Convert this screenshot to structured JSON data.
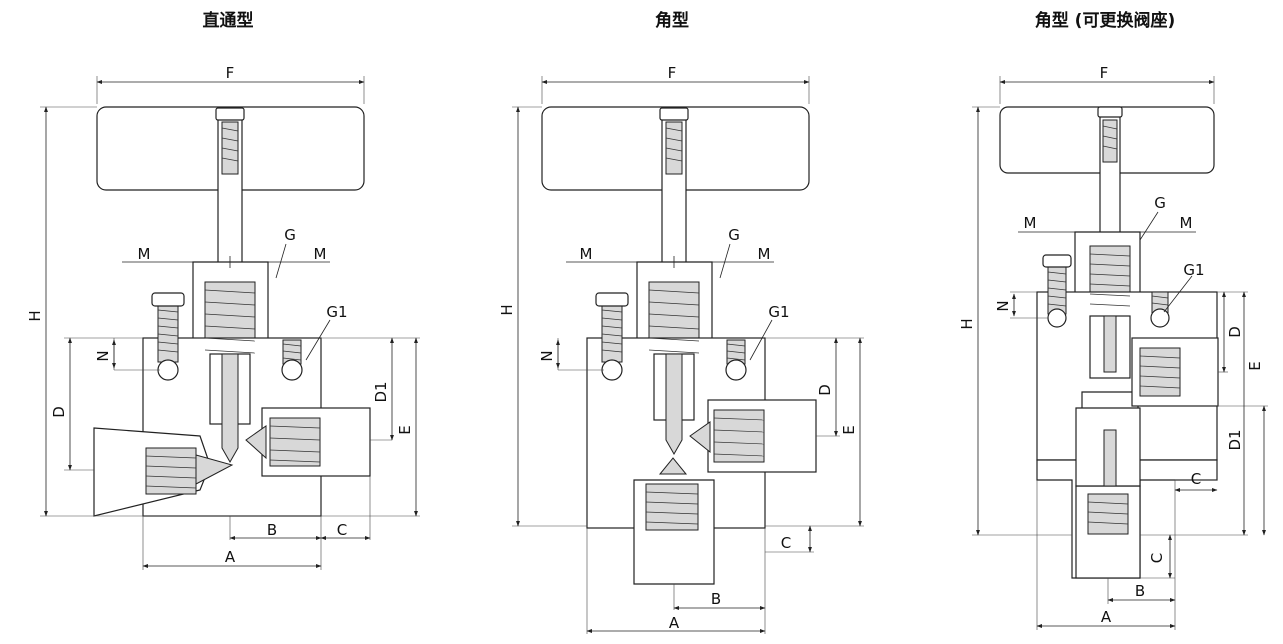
{
  "titles": {
    "straight": "直通型",
    "angle": "角型",
    "angle_replaceable": "角型 (可更换阀座)"
  },
  "labels": {
    "F": "F",
    "H": "H",
    "M": "M",
    "G": "G",
    "G1": "G1",
    "N": "N",
    "D": "D",
    "D1": "D1",
    "E": "E",
    "A": "A",
    "B": "B",
    "C": "C"
  }
}
